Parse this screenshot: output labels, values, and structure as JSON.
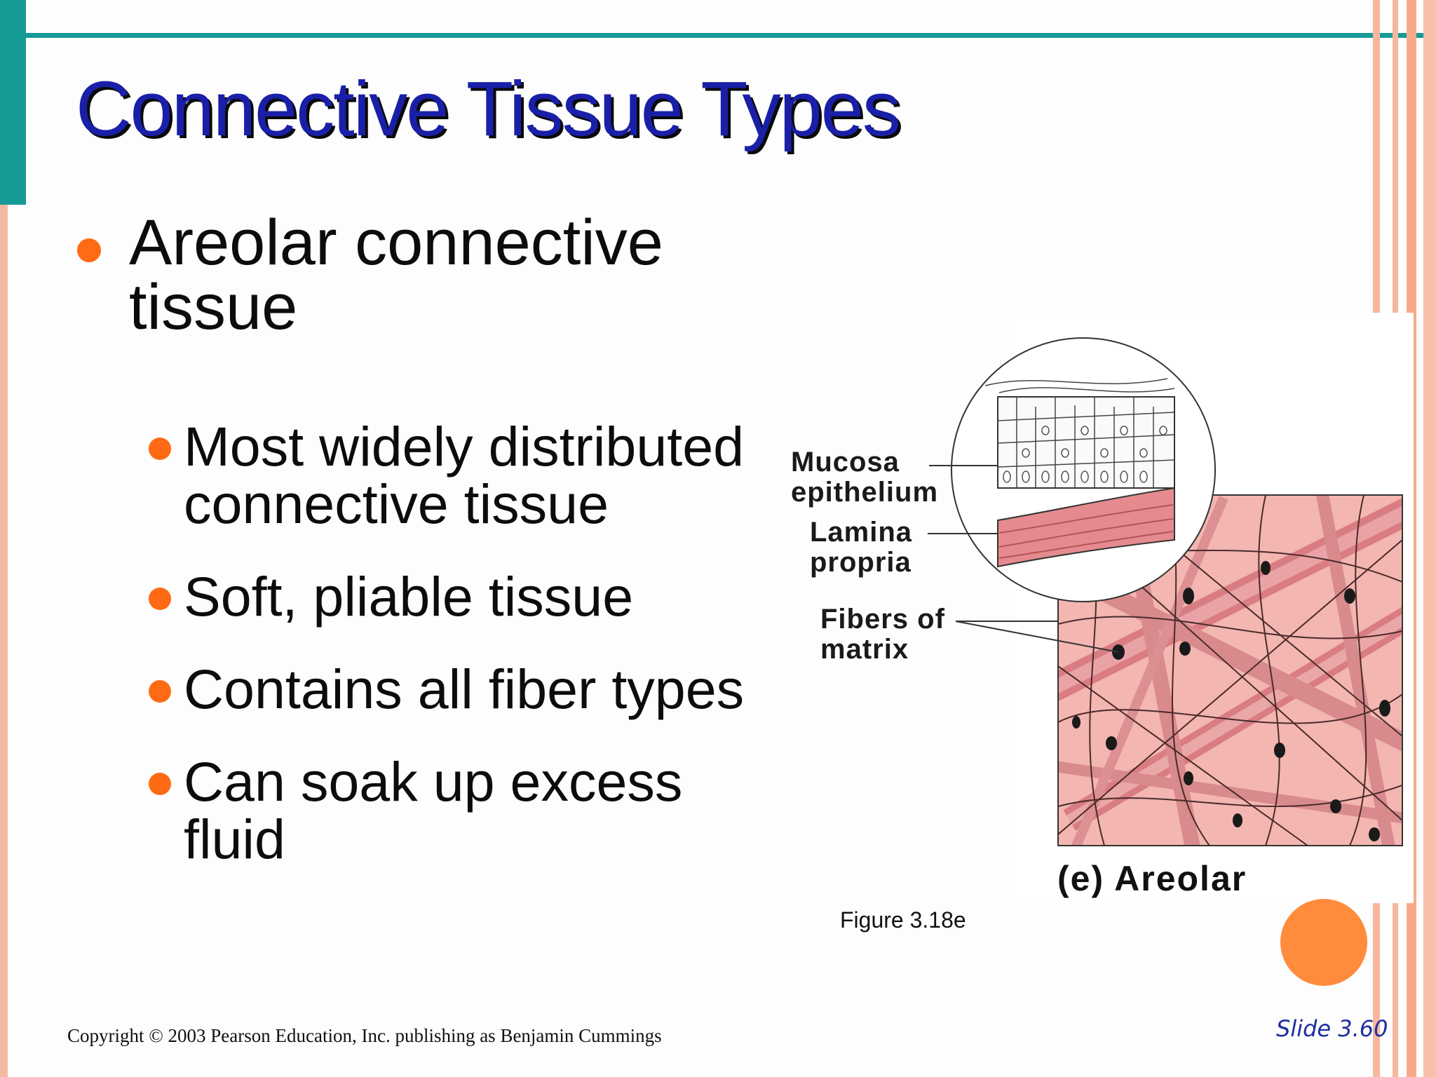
{
  "slide": {
    "title": "Connective Tissue Types",
    "bullets": [
      {
        "text": "Areolar connective tissue",
        "subs": [
          "Most widely distributed connective tissue",
          "Soft, pliable tissue",
          "Contains all fiber types",
          "Can soak up excess fluid"
        ]
      }
    ],
    "figure": {
      "labels": {
        "mucosa_1": "Mucosa",
        "mucosa_2": "epithelium",
        "lamina_1": "Lamina",
        "lamina_2": "propria",
        "fibers_1": "Fibers of",
        "fibers_2": "matrix"
      },
      "caption": "(e) Areolar",
      "reference": "Figure 3.18e"
    },
    "footer": {
      "copyright": "Copyright © 2003 Pearson Education, Inc. publishing as Benjamin Cummings",
      "slide_number": "Slide 3.60"
    },
    "colors": {
      "teal": "#169a96",
      "title": "#1a1fa8",
      "bullet": "#ff6a14",
      "tissue": "#f3b6b1"
    }
  }
}
